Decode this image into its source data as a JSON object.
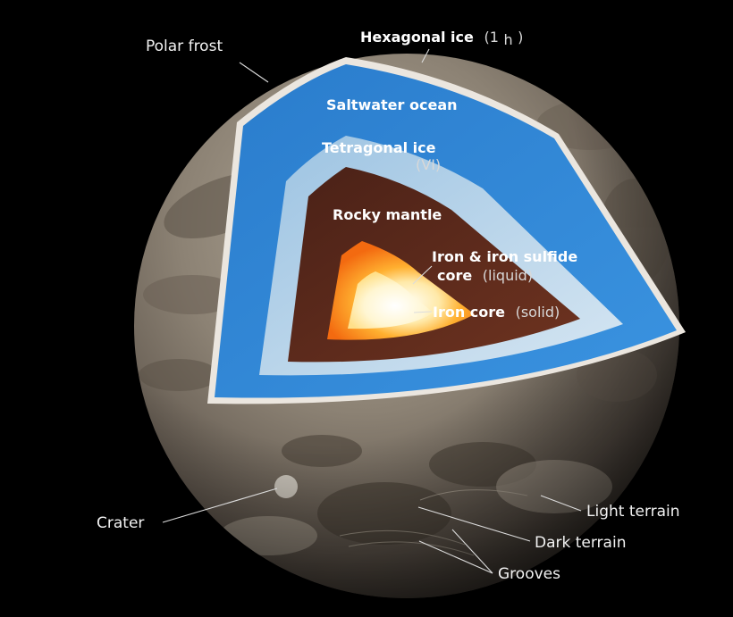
{
  "labels": {
    "polar_frost": "Polar frost",
    "hexagonal_ice": "Hexagonal ice",
    "hexagonal_ice_phase": "(1",
    "hexagonal_ice_sub": "h",
    "hexagonal_ice_close": ")",
    "saltwater_ocean": "Saltwater ocean",
    "tetragonal_ice": "Tetragonal ice",
    "tetragonal_ice_phase": "(VI)",
    "rocky_mantle": "Rocky mantle",
    "iron_sulfide_core_1": "Iron & iron sulfide",
    "iron_sulfide_core_2": "core",
    "iron_sulfide_core_state": "(liquid)",
    "iron_core": "Iron core",
    "iron_core_state": "(solid)",
    "crater": "Crater",
    "light_terrain": "Light terrain",
    "dark_terrain": "Dark terrain",
    "grooves": "Grooves"
  },
  "colors": {
    "background": "#000000",
    "surface": "#8a7f72",
    "hexagonal_ice": "#e9e4de",
    "ocean": "#2f86d6",
    "tetragonal_ice": "#b9d4e8",
    "mantle": "#5e2a1c",
    "outer_core": "#ff7a12",
    "inner_core": "#fff6d8"
  }
}
